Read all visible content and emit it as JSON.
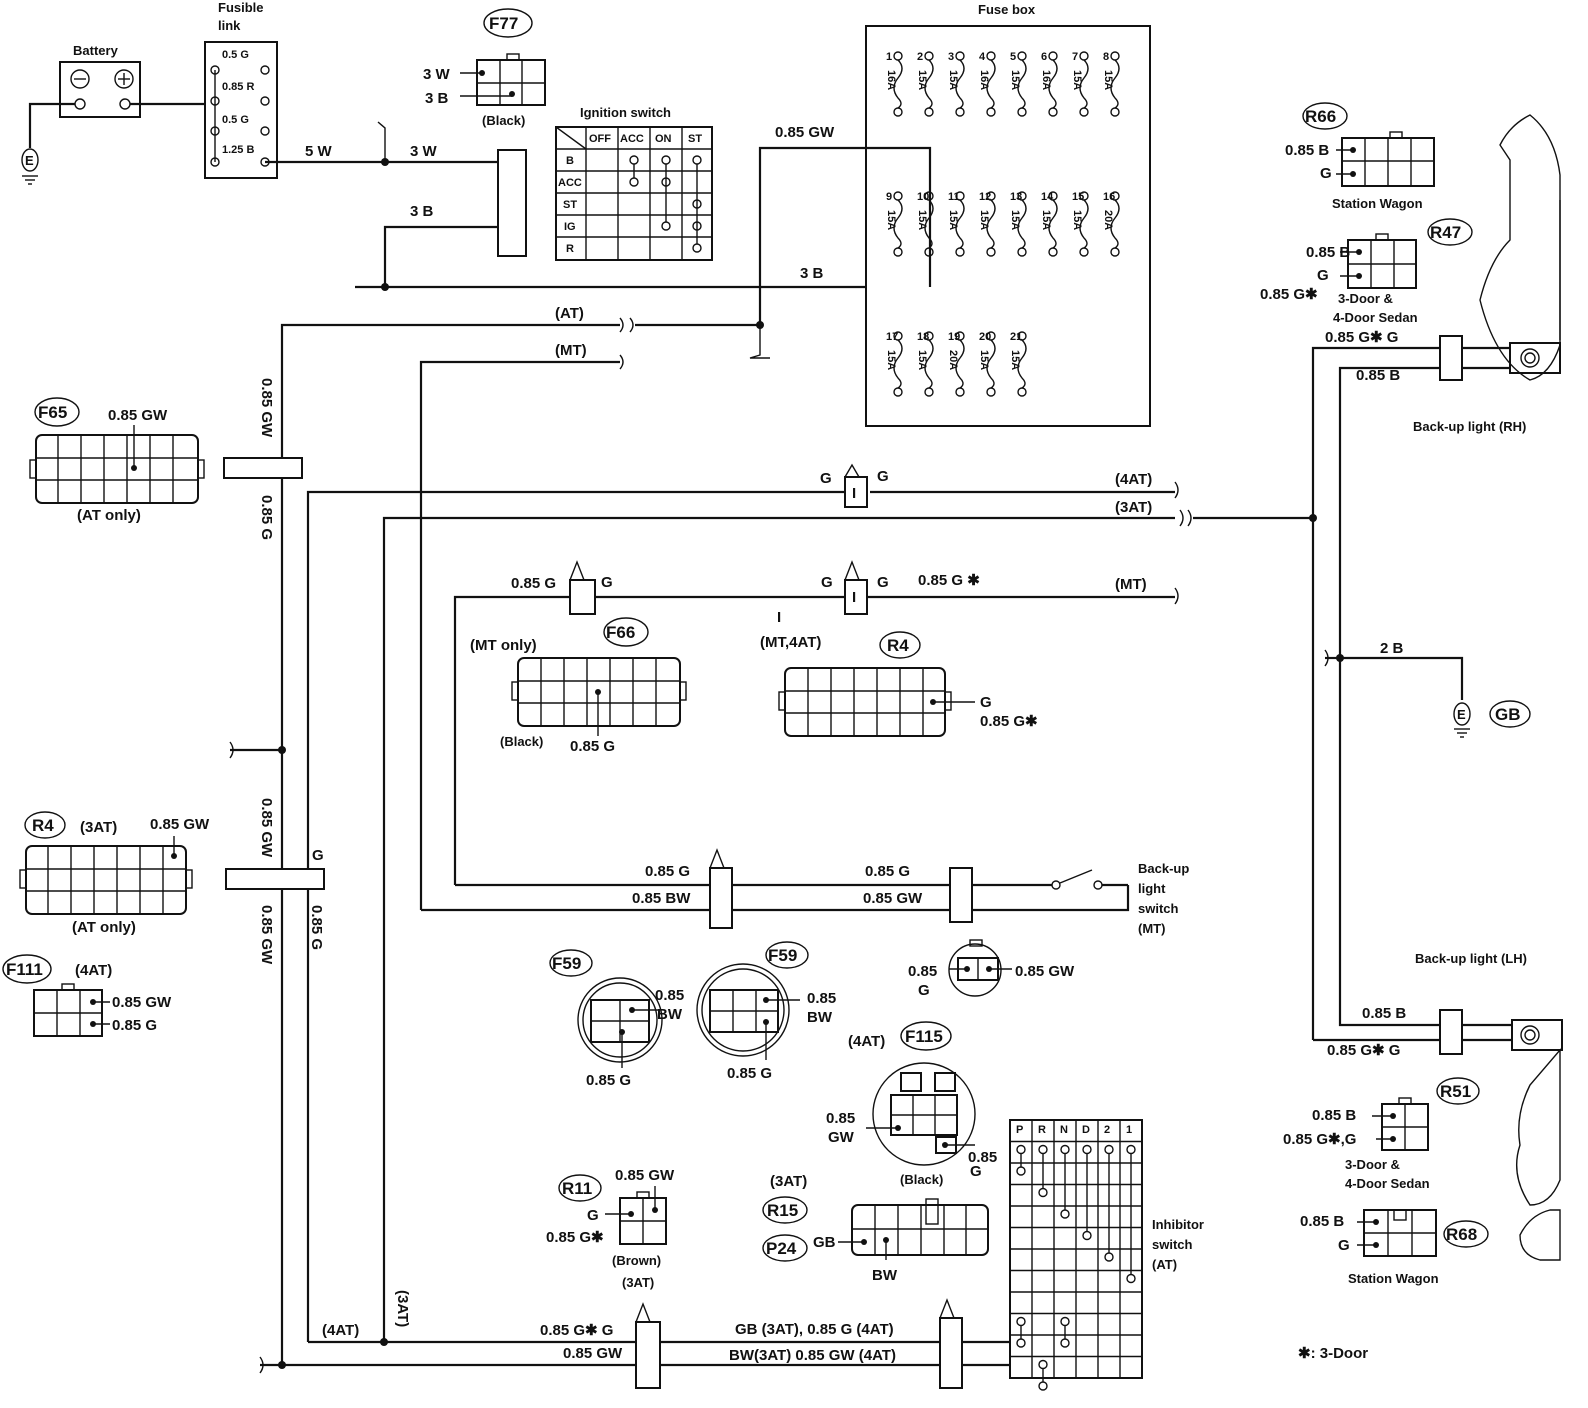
{
  "battery": {
    "label": "Battery"
  },
  "fusible_link": {
    "label_1": "Fusible",
    "label_2": "link",
    "entries": [
      "0.5 G",
      "0.85 R",
      "0.5 G",
      "1.25 B"
    ]
  },
  "ground_symbol": "E",
  "f77": {
    "tag": "F77",
    "pins": [
      "3 W",
      "3 B"
    ],
    "color": "(Black)"
  },
  "ignition_switch": {
    "title": "Ignition switch",
    "columns": [
      "OFF",
      "ACC",
      "ON",
      "ST"
    ],
    "rows": [
      "B",
      "ACC",
      "ST",
      "IG",
      "R"
    ]
  },
  "fuse_box": {
    "title": "Fuse box",
    "row1": [
      {
        "n": "1",
        "a": "16A"
      },
      {
        "n": "2",
        "a": "15A"
      },
      {
        "n": "3",
        "a": "15A"
      },
      {
        "n": "4",
        "a": "16A"
      },
      {
        "n": "5",
        "a": "15A"
      },
      {
        "n": "6",
        "a": "16A"
      },
      {
        "n": "7",
        "a": "15A"
      },
      {
        "n": "8",
        "a": "15A"
      }
    ],
    "row2": [
      {
        "n": "9",
        "a": "15A"
      },
      {
        "n": "10",
        "a": "15A"
      },
      {
        "n": "11",
        "a": "15A"
      },
      {
        "n": "12",
        "a": "15A"
      },
      {
        "n": "13",
        "a": "15A"
      },
      {
        "n": "14",
        "a": "15A"
      },
      {
        "n": "15",
        "a": "15A"
      },
      {
        "n": "16",
        "a": "20A"
      }
    ],
    "row3": [
      {
        "n": "17",
        "a": "15A"
      },
      {
        "n": "18",
        "a": "15A"
      },
      {
        "n": "19",
        "a": "20A"
      },
      {
        "n": "20",
        "a": "15A"
      },
      {
        "n": "21",
        "a": "15A"
      }
    ]
  },
  "wires": {
    "w5": "5 W",
    "w3": "3 W",
    "b3a": "3 B",
    "b3b": "3 B",
    "gw085": "0.85 GW",
    "at": "(AT)",
    "mt": "(MT)",
    "vert_gw_1": "0.85 GW",
    "vert_g_1": "0.85 G",
    "vert_gw_2": "0.85 GW",
    "vert_gw_3": "0.85 GW",
    "vert_g_2": "G",
    "vert_g_3": "0.85 G",
    "g_left": "G",
    "g_right": "G",
    "at4": "(4AT)",
    "at3": "(3AT)",
    "mt_g1": "0.85 G",
    "mt_g2": "G",
    "mt_g3": "G",
    "mt_g4": "G",
    "mt_star": "0.85 G ✱",
    "mt_end": "(MT)",
    "mt4at": "(MT,4AT)",
    "i_mark": "I",
    "bu_g1": "0.85 G",
    "bu_bw": "0.85 BW",
    "bu_g2": "0.85 G",
    "bu_gw": "0.85 GW",
    "bot_4at": "(4AT)",
    "bot_3at": "(3AT)",
    "bot_gstar": "0.85 G✱ G",
    "bot_gw": "0.85 GW",
    "bot_gb": "GB (3AT), 0.85 G (4AT)",
    "bot_bw": "BW(3AT) 0.85 GW (4AT)",
    "rh_gstar": "0.85 G✱ G",
    "rh_b": "0.85 B",
    "gb_2b": "2 B",
    "lh_b": "0.85 B",
    "lh_gstar": "0.85 G✱ G"
  },
  "f65": {
    "tag": "F65",
    "pin": "0.85 GW",
    "note": "(AT only)"
  },
  "r4_left": {
    "tag": "R4",
    "variant": "(3AT)",
    "pin": "0.85 GW",
    "note": "(AT only)"
  },
  "f111": {
    "tag": "F111",
    "variant": "(4AT)",
    "pins": [
      "0.85 GW",
      "0.85 G"
    ]
  },
  "f66": {
    "tag": "F66",
    "variant": "(MT only)",
    "color": "(Black)",
    "pin": "0.85 G"
  },
  "r4_mid": {
    "tag": "R4",
    "pin1": "G",
    "pin2": "0.85 G✱"
  },
  "backup_switch": {
    "lines": [
      "Back-up",
      "light",
      "switch",
      "(MT)"
    ],
    "pin_g": "0.85",
    "pin_g2": "G",
    "pin_gw": "0.85 GW"
  },
  "f59_left": {
    "tag": "F59",
    "pin_bw_1": "0.85",
    "pin_bw_2": "BW",
    "pin_g": "0.85 G"
  },
  "f59_right": {
    "tag": "F59",
    "pin_bw_1": "0.85",
    "pin_bw_2": "BW",
    "pin_g": "0.85 G"
  },
  "f115": {
    "tag": "F115",
    "variant": "(4AT)",
    "pin_gw_1": "0.85",
    "pin_gw_2": "GW",
    "pin_g_1": "0.85",
    "pin_g_2": "G",
    "color": "(Black)"
  },
  "r11": {
    "tag": "R11",
    "pin_gw": "0.85 GW",
    "pin_g": "G",
    "pin_gstar": "0.85 G✱",
    "color": "(Brown)",
    "variant": "(3AT)"
  },
  "r15": {
    "tag": "R15",
    "variant": "(3AT)"
  },
  "p24": {
    "tag": "P24",
    "pin_gb": "GB",
    "pin_bw": "BW"
  },
  "inhibitor": {
    "columns": [
      "P",
      "R",
      "N",
      "D",
      "2",
      "1"
    ],
    "lines": [
      "Inhibitor",
      "switch",
      "(AT)"
    ]
  },
  "r66": {
    "tag": "R66",
    "pins": [
      "0.85 B",
      "G"
    ],
    "note": "Station Wagon"
  },
  "r47": {
    "tag": "R47",
    "pins": [
      "0.85 B",
      "G",
      "0.85 G✱"
    ],
    "note_1": "3-Door &",
    "note_2": "4-Door Sedan"
  },
  "backup_rh": {
    "label": "Back-up light (RH)"
  },
  "backup_lh": {
    "label": "Back-up light (LH)"
  },
  "gb": {
    "tag": "GB"
  },
  "r51": {
    "tag": "R51",
    "pins": [
      "0.85 B",
      "0.85 G✱,G"
    ],
    "note_1": "3-Door &",
    "note_2": "4-Door Sedan"
  },
  "r68": {
    "tag": "R68",
    "pins": [
      "0.85 B",
      "G"
    ],
    "note": "Station Wagon"
  },
  "footnote": "✱: 3-Door"
}
